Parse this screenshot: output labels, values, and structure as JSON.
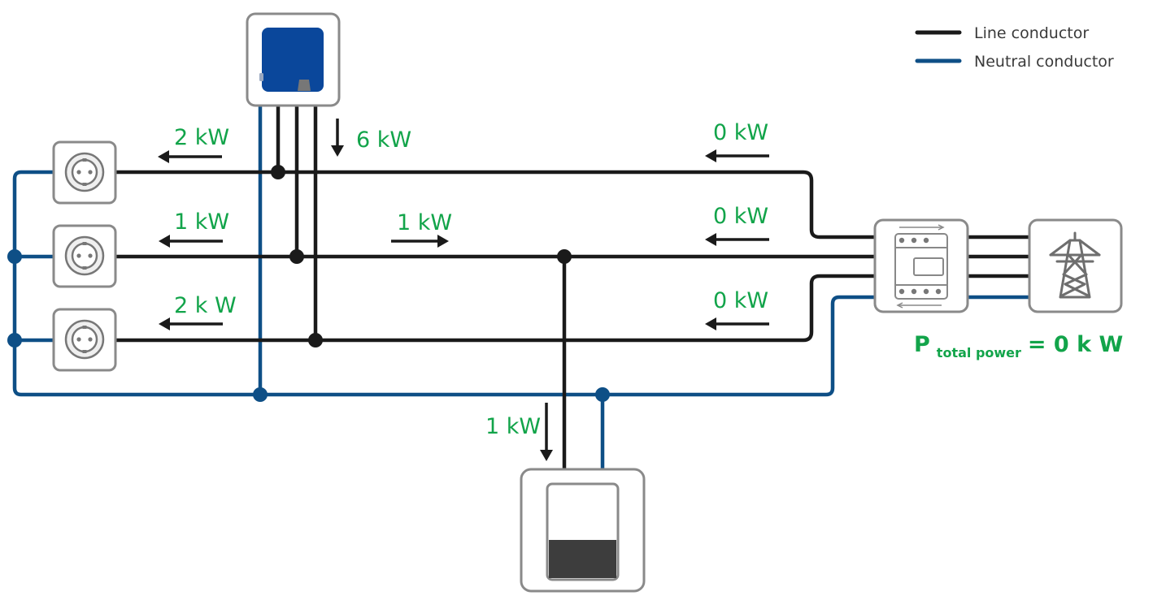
{
  "legend": {
    "line_label": "Line conductor",
    "neutral_label": "Neutral conductor"
  },
  "flows": {
    "socket_1": "2 kW",
    "socket_2": "1 kW",
    "socket_3": "2 k W",
    "inverter": "6 kW",
    "mid": "1 kW",
    "grid_l1": "0 kW",
    "grid_l2": "0 kW",
    "grid_l3": "0 kW",
    "battery": "1 kW"
  },
  "total": {
    "prefix": "P",
    "subscript": "total power",
    "value": "= 0 k W"
  },
  "colors": {
    "line": "#1a1a1a",
    "neutral": "#0e4f86",
    "label_green": "#12a44a",
    "device_border": "#8a8a8a",
    "inverter_blue": "#0a479b"
  }
}
